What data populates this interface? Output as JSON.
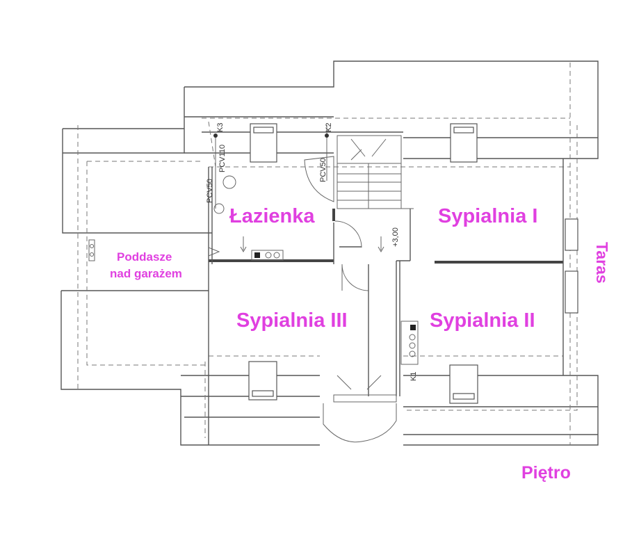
{
  "rooms": {
    "lazienka": "Łazienka",
    "sypialnia_1": "Sypialnia I",
    "sypialnia_2": "Sypialnia II",
    "sypialnia_3": "Sypialnia III",
    "poddasze_line1": "Poddasze",
    "poddasze_line2": "nad garażem",
    "taras": "Taras",
    "pietro": "Piętro"
  },
  "technical_labels": {
    "k3": "K3",
    "k2": "K2",
    "k1": "K1",
    "pcv110": "PCV110",
    "pcv50_left": "PCV50",
    "pcv50_right": "PCV50",
    "level": "+3,00"
  },
  "colors": {
    "label_magenta": "#e040e0",
    "line_gray": "#555555"
  }
}
